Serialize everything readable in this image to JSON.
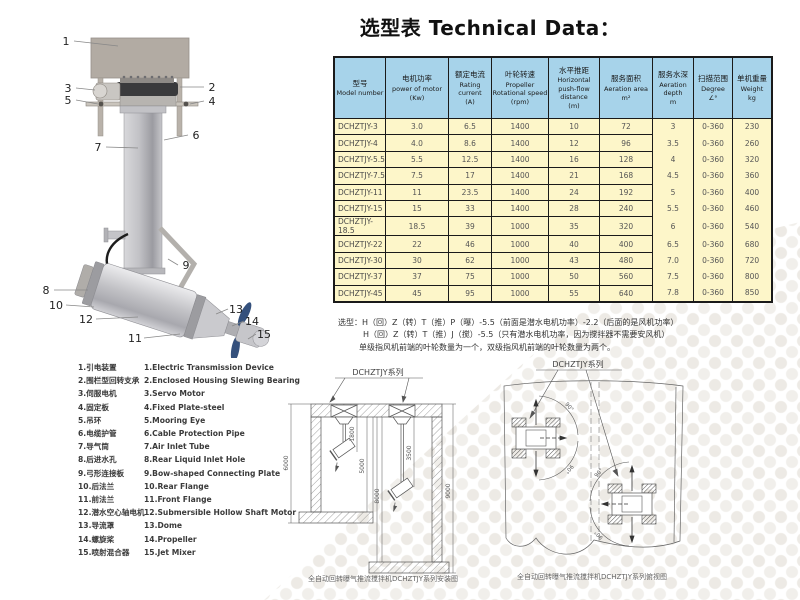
{
  "page": {
    "title_cn": "选型表",
    "title_en": "Technical Data："
  },
  "table": {
    "header_bg": "#a7d3ea",
    "row_bg": "#fdf6c9",
    "columns": [
      {
        "cn": "型号",
        "en": "Model number",
        "unit": ""
      },
      {
        "cn": "电机功率",
        "en": "power of motor",
        "unit": "(Kw)"
      },
      {
        "cn": "额定电流",
        "en": "Rating current",
        "unit": "(A)"
      },
      {
        "cn": "叶轮转速",
        "en": "Propeller Rotational speed",
        "unit": "(rpm)"
      },
      {
        "cn": "水平推距",
        "en": "Horizontal push-flow distance",
        "unit": "(m)"
      },
      {
        "cn": "服务面积",
        "en": "Aeration area",
        "unit": "m²"
      },
      {
        "cn": "服务水深",
        "en": "Aeration depth",
        "unit": "m"
      },
      {
        "cn": "扫描范围",
        "en": "Degree",
        "unit": "∠°"
      },
      {
        "cn": "单机重量",
        "en": "Weight",
        "unit": "kg"
      }
    ],
    "rows": [
      [
        "DCHZTJY-3",
        "3.0",
        "6.5",
        "1400",
        "10",
        "72",
        "3",
        "0-360",
        "230"
      ],
      [
        "DCHZTJY-4",
        "4.0",
        "8.6",
        "1400",
        "12",
        "96",
        "3.5",
        "0-360",
        "260"
      ],
      [
        "DCHZTJY-5.5",
        "5.5",
        "12.5",
        "1400",
        "16",
        "128",
        "4",
        "0-360",
        "320"
      ],
      [
        "DCHZTJY-7.5",
        "7.5",
        "17",
        "1400",
        "21",
        "168",
        "4.5",
        "0-360",
        "360"
      ],
      [
        "DCHZTJY-11",
        "11",
        "23.5",
        "1400",
        "24",
        "192",
        "5",
        "0-360",
        "400"
      ],
      [
        "DCHZTJY-15",
        "15",
        "33",
        "1400",
        "28",
        "240",
        "5.5",
        "0-360",
        "460"
      ],
      [
        "DCHZTJY-18.5",
        "18.5",
        "39",
        "1000",
        "35",
        "320",
        "6",
        "0-360",
        "540"
      ],
      [
        "DCHZTJY-22",
        "22",
        "46",
        "1000",
        "40",
        "400",
        "6.5",
        "0-360",
        "680"
      ],
      [
        "DCHZTJY-30",
        "30",
        "62",
        "1000",
        "43",
        "480",
        "7.0",
        "0-360",
        "720"
      ],
      [
        "DCHZTJY-37",
        "37",
        "75",
        "1000",
        "50",
        "560",
        "7.5",
        "0-360",
        "800"
      ],
      [
        "DCHZTJY-45",
        "45",
        "95",
        "1000",
        "55",
        "640",
        "7.8",
        "0-360",
        "850"
      ]
    ]
  },
  "notes": {
    "line1": "选型：H（回）Z（转）T（推）P（曝）-5.5（前面是潜水电机功率）-2.2（后面的是风机功率）",
    "line2": "H（回）Z（转）T（推）J（搅）-5.5（只有潜水电机功率，因为搅拌器不需要安风机）",
    "line3": "单级指风机前端的叶轮数量为一个，双级指风机前端的叶轮数量为两个。"
  },
  "parts": [
    {
      "cn": "1.引电装置",
      "en": "1.Electric Transmission Device"
    },
    {
      "cn": "2.围栏型回转支承",
      "en": "2.Enclosed Housing Slewing Bearing"
    },
    {
      "cn": "3.伺服电机",
      "en": "3.Servo Motor"
    },
    {
      "cn": "4.固定板",
      "en": "4.Fixed Plate-steel"
    },
    {
      "cn": "5.吊环",
      "en": "5.Mooring Eye"
    },
    {
      "cn": "6.电缆护管",
      "en": "6.Cable Protection Pipe"
    },
    {
      "cn": "7.导气筒",
      "en": "7.Air Inlet Tube"
    },
    {
      "cn": "8.后进水孔",
      "en": "8.Rear Liquid Inlet Hole"
    },
    {
      "cn": "9.弓形连接板",
      "en": "9.Bow-shaped Connecting Plate"
    },
    {
      "cn": "10.后法兰",
      "en": "10.Rear Flange"
    },
    {
      "cn": "11.前法兰",
      "en": "11.Front Flange"
    },
    {
      "cn": "12.潜水空心轴电机",
      "en": "12.Submersible Hollow Shaft Motor"
    },
    {
      "cn": "13.导流罩",
      "en": "13.Dome"
    },
    {
      "cn": "14.螺旋桨",
      "en": "14.Propeller"
    },
    {
      "cn": "15.喷射混合器",
      "en": "15.Jet Mixer"
    }
  ],
  "device_diagram": {
    "callouts": [
      "1",
      "2",
      "3",
      "4",
      "5",
      "6",
      "7",
      "8",
      "9",
      "10",
      "11",
      "12",
      "13",
      "14",
      "15"
    ],
    "propeller_color": "#34507c",
    "housing_color": "#b2aba3"
  },
  "install_left": {
    "series_label": "DCHZTJY系列",
    "dims": [
      "6000",
      "1800",
      "5000",
      "8000",
      "3500",
      "9000"
    ]
  },
  "install_right": {
    "series_label": "DCHZTJY系列",
    "angles": [
      "90°",
      "90°",
      "90°",
      "90°"
    ]
  },
  "captions": {
    "left": "全自动回转曝气推流搅拌机DCHZTJY系列安装图",
    "right": "全自动回转曝气推流搅拌机DCHZTJY系列俯视图"
  }
}
